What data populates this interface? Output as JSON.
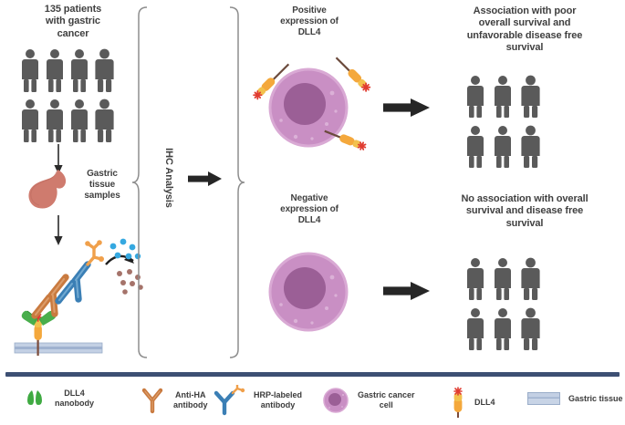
{
  "figure": {
    "left_panel": {
      "patients_label": "135 patients\nwith gastric\ncancer",
      "patients_line1": "135 patients",
      "patients_line2": "with gastric",
      "patients_line3": "cancer",
      "patient_count_shown": 8,
      "tissue_label_line1": "Gastric",
      "tissue_label_line2": "tissue",
      "tissue_label_line3": "samples"
    },
    "middle_panel": {
      "analysis_label": "IHC Analysis"
    },
    "outcomes": [
      {
        "expression_line1": "Positive",
        "expression_line2": "expression of",
        "expression_line3": "DLL4",
        "result_line1": "Association with poor",
        "result_line2": "overall survival and",
        "result_line3": "unfavorable disease free",
        "result_line4": "survival",
        "dll4_markers": 3,
        "people_shown": 6
      },
      {
        "expression_line1": "Negative",
        "expression_line2": "expression of",
        "expression_line3": "DLL4",
        "result_line1": "No association with overall",
        "result_line2": "survival and disease free",
        "result_line3": "survival",
        "result_line4": "",
        "dll4_markers": 0,
        "people_shown": 6
      }
    ],
    "legend": [
      {
        "icon": "dll4-nanobody-icon",
        "line1": "DLL4",
        "line2": "nanobody"
      },
      {
        "icon": "anti-ha-antibody-icon",
        "line1": "Anti-HA",
        "line2": "antibody"
      },
      {
        "icon": "hrp-labeled-antibody-icon",
        "line1": "HRP-labeled",
        "line2": "antibody"
      },
      {
        "icon": "gastric-cancer-cell-icon",
        "line1": "Gastric cancer",
        "line2": "cell"
      },
      {
        "icon": "dll4-icon",
        "line1": "DLL4",
        "line2": ""
      },
      {
        "icon": "gastric-tissue-icon",
        "line1": "Gastric tissue",
        "line2": ""
      }
    ],
    "colors": {
      "person": "#5a5a5a",
      "stomach": "#cf7b6e",
      "cell_body": "#c98fc4",
      "cell_nucleus": "#9b5f96",
      "nanobody_green": "#3faa42",
      "anti_ha_orange": "#c97a3f",
      "hrp_antibody_blue": "#3b7fb5",
      "hrp_enzyme_orange": "#f0a04b",
      "dll4_orange": "#f4a83c",
      "dll4_red": "#e03c31",
      "tissue_blue": "#b9c8de",
      "divider": "#3d4f73",
      "substrate_blue": "#35a8e0",
      "product_brown": "#a5736a",
      "arrow_black": "#262626",
      "brace_gray": "#8d8d8d"
    }
  }
}
